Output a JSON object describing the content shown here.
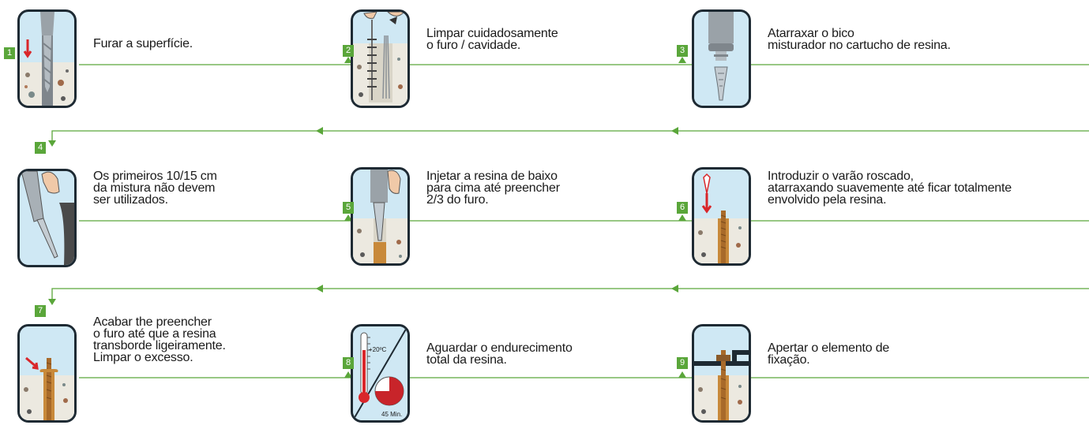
{
  "colors": {
    "line": "#5aa63a",
    "badge": "#5aa63a",
    "panel_border": "#1e2a33",
    "sky": "#cfe8f4",
    "concrete": "#ece9e0",
    "resin": "#c8893a"
  },
  "steps": [
    {
      "number": "1",
      "text": "Furar a superfície.",
      "icon": "drill-icon"
    },
    {
      "number": "2",
      "text": "Limpar cuidadosamente\no furo / cavidade.",
      "icon": "brush-cleaning-icon"
    },
    {
      "number": "3",
      "text": "Atarraxar o bico\nmisturador no cartucho de resina.",
      "icon": "mixer-nozzle-icon"
    },
    {
      "number": "4",
      "text": "Os primeiros 10/15 cm\nda mistura não devem\nser utilizados.",
      "icon": "resin-gun-icon"
    },
    {
      "number": "5",
      "text": "Injetar a resina de baixo\npara cima até preencher\n2/3 do furo.",
      "icon": "inject-resin-icon"
    },
    {
      "number": "6",
      "text": "Introduzir o varão roscado,\natarraxando suavemente até ficar totalmente\nenvolvido pela resina.",
      "icon": "threaded-rod-icon"
    },
    {
      "number": "7",
      "text": "Acabar the preencher\no furo até que a resina\ntransborde ligeiramente.\nLimpar o excesso.",
      "icon": "overflow-resin-icon"
    },
    {
      "number": "8",
      "text": "Aguardar o endurecimento\ntotal da resina.",
      "icon": "thermometer-timer-icon",
      "temperature": "+20ºC",
      "time": "45 Min."
    },
    {
      "number": "9",
      "text": "Apertar o elemento de\nfixação.",
      "icon": "fixing-element-icon"
    }
  ]
}
